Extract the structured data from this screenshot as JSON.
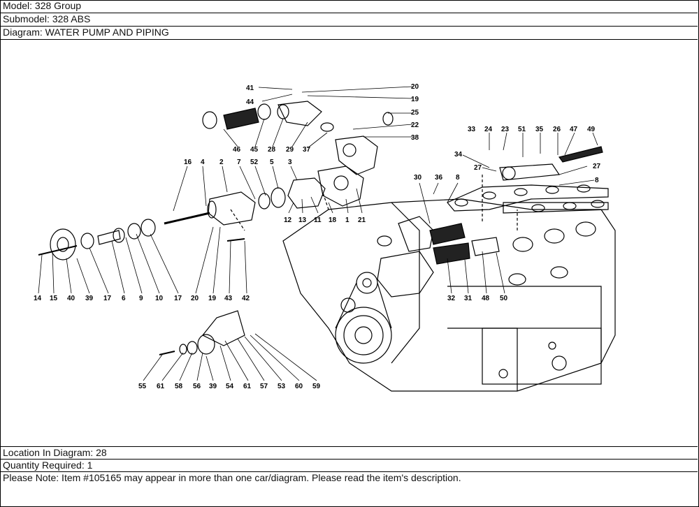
{
  "header": {
    "model": "Model: 328 Group",
    "submodel": "Submodel: 328 ABS",
    "diagram": "Diagram: WATER PUMP AND PIPING"
  },
  "footer": {
    "location": "Location In Diagram: 28",
    "quantity": "Quantity Required: 1",
    "note": "Please Note: Item #105165 may appear in more than one car/diagram. Please read the item's description."
  },
  "callouts": [
    "41",
    "20",
    "44",
    "19",
    "25",
    "22",
    "38",
    "46",
    "45",
    "28",
    "29",
    "37",
    "33",
    "24",
    "23",
    "51",
    "35",
    "26",
    "47",
    "49",
    "34",
    "27",
    "27",
    "8",
    "16",
    "4",
    "2",
    "7",
    "52",
    "5",
    "3",
    "36",
    "8",
    "30",
    "12",
    "13",
    "11",
    "18",
    "1",
    "21",
    "14",
    "15",
    "40",
    "39",
    "17",
    "6",
    "9",
    "10",
    "17",
    "20",
    "19",
    "43",
    "42",
    "32",
    "31",
    "48",
    "50",
    "55",
    "61",
    "58",
    "56",
    "39",
    "54",
    "61",
    "57",
    "53",
    "60",
    "59"
  ]
}
